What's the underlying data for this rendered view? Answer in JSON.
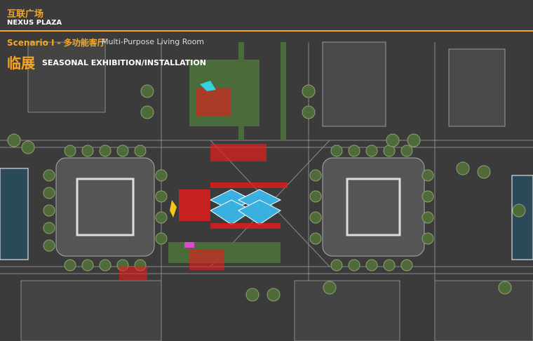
{
  "header": {
    "title_cn": "互联广场",
    "title_en": "NEXUS PLAZA",
    "scenario": "Scenario I - 多功能客厅",
    "scenario_sub": "Multi-Purpose Living Room",
    "mode_cn": "临展",
    "mode_en": "SEASONAL EXHIBITION/INSTALLATION"
  },
  "colors": {
    "background": "#3a3a3a",
    "accent": "#f5a623",
    "tree": "#4f6b3a",
    "water": "#3ab0e0",
    "crowd": "#e81c1c",
    "building": "#555555"
  }
}
